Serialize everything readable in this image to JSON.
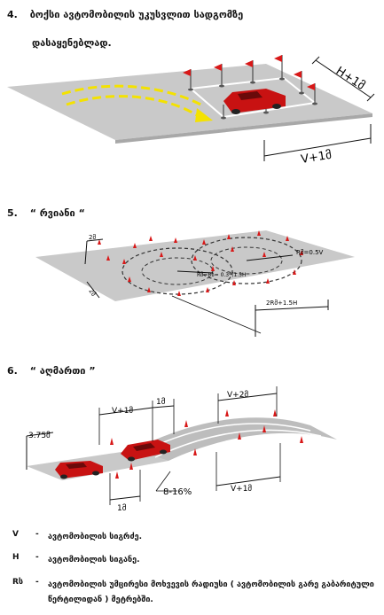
{
  "section4": {
    "number": "4.",
    "title_line1": "ბოქსი ავტომობილის უკუსვლით სადგომზე",
    "title_line2": "დასაყენებლად.",
    "dim_width": "H+1მ",
    "dim_length": "V+1მ"
  },
  "section5": {
    "number": "5.",
    "title": "“ რვიანი “",
    "dim_spacing": "2მ",
    "dim_width": "2მ",
    "label_inner_radius": "Rმ=Rს= 0.3*(1.5H",
    "label_outer": "Rმ=0.5V",
    "label_bottom": "2Rმ+1.5H"
  },
  "section6": {
    "number": "6.",
    "title": "“ აღმართი ”",
    "dim_lane_width": "3.75მ",
    "dim_box1": "V+1მ",
    "dim_gap1": "1მ",
    "dim_box2": "V+2მ",
    "dim_box3": "V+1მ",
    "dim_bottom_gap": "1მ",
    "slope": "8-16%"
  },
  "legend": [
    {
      "symbol": "V",
      "dash": "-",
      "text": "ავტომობილის სიგრძე."
    },
    {
      "symbol": "H",
      "dash": "-",
      "text": "ავტომობილის სიგანე."
    },
    {
      "symbol": "Rს",
      "dash": "-",
      "text": "ავტომობილის უმცირესი მოხვევის რადიუსი ( ავტომობილის გარე გაბარიტული წერტილიდან ) მეტრებში."
    }
  ],
  "colors": {
    "flag": "#d81818",
    "car": "#c81212",
    "arrow": "#f4e200",
    "pavement": "#c9c9c9"
  }
}
